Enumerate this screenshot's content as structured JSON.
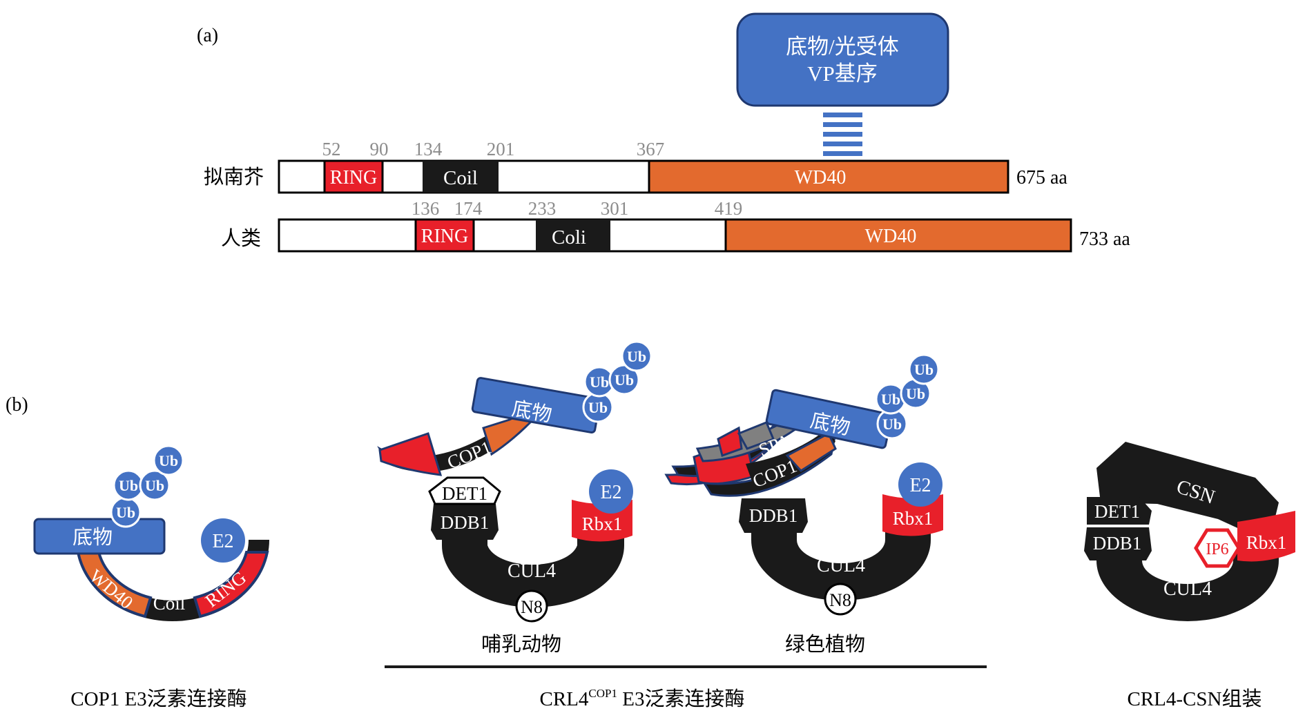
{
  "panel_a": {
    "label": "(a)",
    "substrate_box": {
      "line1": "底物/光受体",
      "line2": "VP基序"
    },
    "arabidopsis": {
      "species": "拟南芥",
      "length": "675 aa",
      "ticks": [
        "52",
        "90",
        "134",
        "201",
        "367"
      ],
      "ring": "RING",
      "coil": "Coil",
      "wd40": "WD40"
    },
    "human": {
      "species": "人类",
      "length": "733 aa",
      "ticks": [
        "136",
        "174",
        "233",
        "301",
        "419"
      ],
      "ring": "RING",
      "coil": "Coli",
      "wd40": "WD40"
    }
  },
  "panel_b": {
    "label": "(b)",
    "cop1": {
      "substrate": "底物",
      "ub": [
        "Ub",
        "Ub",
        "Ub",
        "Ub"
      ],
      "e2": "E2",
      "wd40": "WD40",
      "coil": "Coil",
      "ring": "RING",
      "caption": "COP1 E3泛素连接酶"
    },
    "mammal": {
      "substrate": "底物",
      "ub": [
        "Ub",
        "Ub",
        "Ub",
        "Ub"
      ],
      "cop1": "COP1",
      "det1": "DET1",
      "ddb1": "DDB1",
      "cul4": "CUL4",
      "n8": "N8",
      "e2": "E2",
      "rbx1": "Rbx1",
      "caption": "哺乳动物"
    },
    "plant": {
      "substrate": "底物",
      "ub": [
        "Ub",
        "Ub",
        "Ub",
        "Ub"
      ],
      "spa": "SPA",
      "cop1": "COP1",
      "ddb1": "DDB1",
      "cul4": "CUL4",
      "n8": "N8",
      "e2": "E2",
      "rbx1": "Rbx1",
      "caption": "绿色植物"
    },
    "crl4_caption": {
      "main": "CRL4",
      "sup": "COP1",
      "rest": " E3泛素连接酶"
    },
    "csn": {
      "csn": "CSN",
      "det1": "DET1",
      "ddb1": "DDB1",
      "ip6": "IP6",
      "rbx1": "Rbx1",
      "cul4": "CUL4",
      "caption": "CRL4-CSN组装"
    }
  },
  "colors": {
    "blue": "#4472c4",
    "red": "#e8202a",
    "orange": "#e36a2e",
    "black": "#1a1a1a",
    "grey": "#808080",
    "gray_text": "#8c8c8c"
  }
}
